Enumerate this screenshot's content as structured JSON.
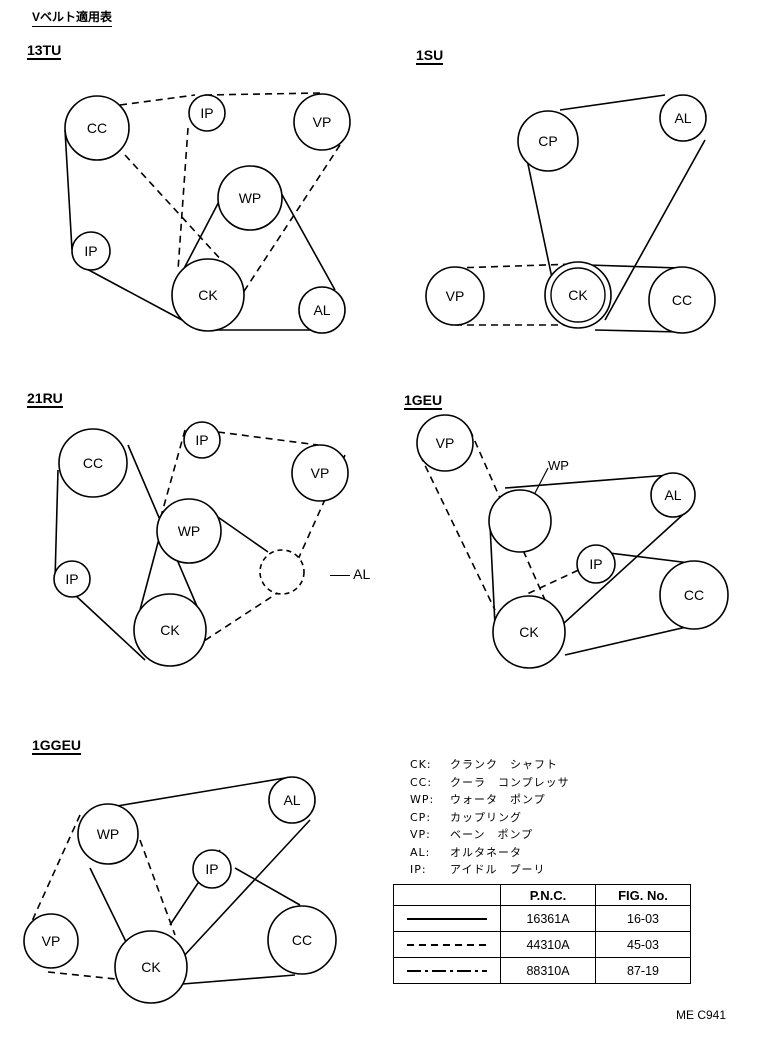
{
  "title": "Vベルト適用表",
  "diagrams": [
    {
      "engine": "13TU",
      "pulleys": [
        {
          "id": "CC",
          "label": "CC"
        },
        {
          "id": "IP1",
          "label": "IP"
        },
        {
          "id": "VP",
          "label": "VP"
        },
        {
          "id": "WP",
          "label": "WP"
        },
        {
          "id": "IP2",
          "label": "IP"
        },
        {
          "id": "CK",
          "label": "CK"
        },
        {
          "id": "AL",
          "label": "AL"
        }
      ]
    },
    {
      "engine": "1SU",
      "pulleys": [
        {
          "id": "CP",
          "label": "CP"
        },
        {
          "id": "AL",
          "label": "AL"
        },
        {
          "id": "VP",
          "label": "VP"
        },
        {
          "id": "CK",
          "label": "CK"
        },
        {
          "id": "CC",
          "label": "CC"
        }
      ]
    },
    {
      "engine": "21RU",
      "pulleys": [
        {
          "id": "CC",
          "label": "CC"
        },
        {
          "id": "IP1",
          "label": "IP"
        },
        {
          "id": "VP",
          "label": "VP"
        },
        {
          "id": "WP",
          "label": "WP"
        },
        {
          "id": "IP2",
          "label": "IP"
        },
        {
          "id": "AL",
          "label": "AL"
        },
        {
          "id": "CK",
          "label": "CK"
        }
      ]
    },
    {
      "engine": "1GEU",
      "pulleys": [
        {
          "id": "VP",
          "label": "VP"
        },
        {
          "id": "WP",
          "label": "WP"
        },
        {
          "id": "AL",
          "label": "AL"
        },
        {
          "id": "IP",
          "label": "IP"
        },
        {
          "id": "CC",
          "label": "CC"
        },
        {
          "id": "CK",
          "label": "CK"
        }
      ]
    },
    {
      "engine": "1GGEU",
      "pulleys": [
        {
          "id": "AL",
          "label": "AL"
        },
        {
          "id": "WP",
          "label": "WP"
        },
        {
          "id": "IP",
          "label": "IP"
        },
        {
          "id": "VP",
          "label": "VP"
        },
        {
          "id": "CK",
          "label": "CK"
        },
        {
          "id": "CC",
          "label": "CC"
        }
      ]
    }
  ],
  "legend": [
    {
      "code": "CK:",
      "desc": "クランク　シャフト"
    },
    {
      "code": "CC:",
      "desc": "クーラ　コンプレッサ"
    },
    {
      "code": "WP:",
      "desc": "ウォータ　ポンプ"
    },
    {
      "code": "CP:",
      "desc": "カップリング"
    },
    {
      "code": "VP:",
      "desc": "ベーン　ポンプ"
    },
    {
      "code": "AL:",
      "desc": "オルタネータ"
    },
    {
      "code": "IP:",
      "desc": "アイドル　プーリ"
    }
  ],
  "table": {
    "headers": [
      "",
      "P.N.C.",
      "FIG. No."
    ],
    "rows": [
      {
        "line_style": "solid",
        "pnc": "16361A",
        "fig": "16-03"
      },
      {
        "line_style": "dashed",
        "pnc": "44310A",
        "fig": "45-03"
      },
      {
        "line_style": "dash-dot",
        "pnc": "88310A",
        "fig": "87-19"
      }
    ]
  },
  "figure_code": "ME  C941"
}
